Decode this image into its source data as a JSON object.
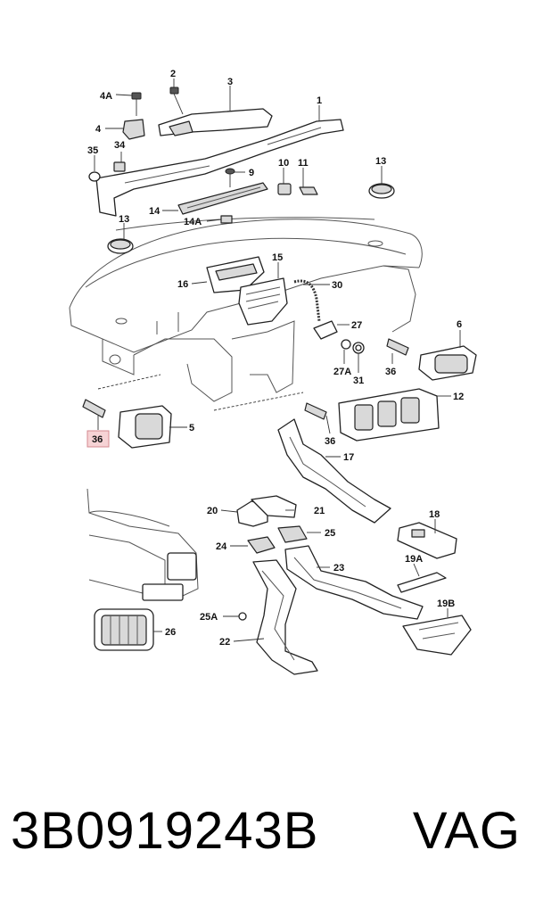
{
  "diagram": {
    "callouts": [
      {
        "id": "c-1",
        "text": "1"
      },
      {
        "id": "c-2",
        "text": "2"
      },
      {
        "id": "c-3",
        "text": "3"
      },
      {
        "id": "c-4A",
        "text": "4A"
      },
      {
        "id": "c-4",
        "text": "4"
      },
      {
        "id": "c-34",
        "text": "34"
      },
      {
        "id": "c-35",
        "text": "35"
      },
      {
        "id": "c-9",
        "text": "9"
      },
      {
        "id": "c-10",
        "text": "10"
      },
      {
        "id": "c-11",
        "text": "11"
      },
      {
        "id": "c-13a",
        "text": "13"
      },
      {
        "id": "c-14",
        "text": "14"
      },
      {
        "id": "c-14A",
        "text": "14A"
      },
      {
        "id": "c-13b",
        "text": "13"
      },
      {
        "id": "c-15",
        "text": "15"
      },
      {
        "id": "c-16",
        "text": "16"
      },
      {
        "id": "c-30",
        "text": "30"
      },
      {
        "id": "c-27",
        "text": "27"
      },
      {
        "id": "c-6",
        "text": "6"
      },
      {
        "id": "c-27A",
        "text": "27A"
      },
      {
        "id": "c-31",
        "text": "31"
      },
      {
        "id": "c-36a",
        "text": "36"
      },
      {
        "id": "c-12",
        "text": "12"
      },
      {
        "id": "c-36b",
        "text": "36"
      },
      {
        "id": "c-5",
        "text": "5"
      },
      {
        "id": "c-36c",
        "text": "36"
      },
      {
        "id": "c-17",
        "text": "17"
      },
      {
        "id": "c-20",
        "text": "20"
      },
      {
        "id": "c-21",
        "text": "21"
      },
      {
        "id": "c-18",
        "text": "18"
      },
      {
        "id": "c-24",
        "text": "24"
      },
      {
        "id": "c-25",
        "text": "25"
      },
      {
        "id": "c-23",
        "text": "23"
      },
      {
        "id": "c-19A",
        "text": "19A"
      },
      {
        "id": "c-19B",
        "text": "19B"
      },
      {
        "id": "c-25A",
        "text": "25A"
      },
      {
        "id": "c-26",
        "text": "26"
      },
      {
        "id": "c-22",
        "text": "22"
      }
    ],
    "highlighted_callout": "36"
  },
  "footer": {
    "part_number": "3B0919243B",
    "brand": "VAG"
  }
}
